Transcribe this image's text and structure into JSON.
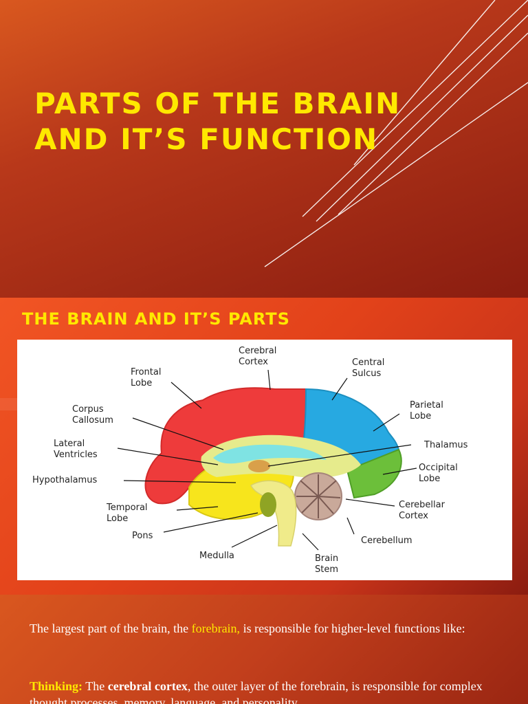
{
  "slide1": {
    "title_line1": "PARTS OF THE BRAIN",
    "title_line2": "AND IT’S FUNCTION"
  },
  "slide2": {
    "heading": "THE BRAIN AND IT’S PARTS",
    "diagram_labels": {
      "cerebral_cortex_1": "Cerebral",
      "cerebral_cortex_2": "Cortex",
      "frontal_lobe_1": "Frontal",
      "frontal_lobe_2": "Lobe",
      "central_sulcus_1": "Central",
      "central_sulcus_2": "Sulcus",
      "parietal_lobe_1": "Parietal",
      "parietal_lobe_2": "Lobe",
      "corpus_callosum_1": "Corpus",
      "corpus_callosum_2": "Callosum",
      "lateral_ventricles_1": "Lateral",
      "lateral_ventricles_2": "Ventricles",
      "thalamus": "Thalamus",
      "occipital_lobe_1": "Occipital",
      "occipital_lobe_2": "Lobe",
      "hypothalamus": "Hypothalamus",
      "cerebellar_cortex_1": "Cerebellar",
      "cerebellar_cortex_2": "Cortex",
      "temporal_lobe_1": "Temporal",
      "temporal_lobe_2": "Lobe",
      "pons": "Pons",
      "cerebellum": "Cerebellum",
      "medulla": "Medulla",
      "brain_stem_1": "Brain",
      "brain_stem_2": "Stem"
    }
  },
  "slide3": {
    "p1_a": "The largest part of the brain, the ",
    "p1_b": "forebrain,",
    "p1_c": " is responsible for higher-level functions like:",
    "p2_a": "Thinking:",
    "p2_b": " The ",
    "p2_c": "cerebral cortex",
    "p2_d": ", the outer layer of the forebrain, is responsible for complex thought processes, memory, language, and personality."
  },
  "colors": {
    "title_yellow": "#ffe800",
    "frontal": "#ee3b3b",
    "parietal": "#27a9e1",
    "occipital": "#6cbf3a",
    "temporal": "#f7e51c",
    "inner": "#e6eb8c",
    "ventricle": "#7fe3e3",
    "cerebellum": "#c9a99a",
    "stem": "#f0eb8a",
    "pons": "#8fa424"
  }
}
